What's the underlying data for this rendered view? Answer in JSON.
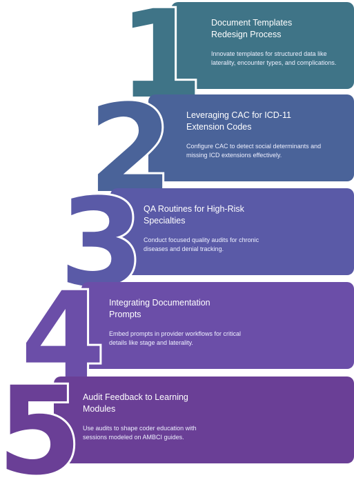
{
  "steps": [
    {
      "number": "1",
      "title": "Document Templates Redesign Process",
      "description": "Innovate templates for structured data like laterality, encounter types, and complications.",
      "color": "#3f7487"
    },
    {
      "number": "2",
      "title": "Leveraging CAC for ICD-11 Extension Codes",
      "description": "Configure CAC to detect social determinants and missing ICD extensions effectively.",
      "color": "#4a6399"
    },
    {
      "number": "3",
      "title": "QA Routines for High-Risk Specialties",
      "description": "Conduct focused quality audits for chronic diseases and denial tracking.",
      "color": "#5a5aa7"
    },
    {
      "number": "4",
      "title": "Integrating Documentation Prompts",
      "description": "Embed prompts in provider workflows for critical details like stage and laterality.",
      "color": "#6b4ea8"
    },
    {
      "number": "5",
      "title": "Audit Feedback to Learning Modules",
      "description": "Use audits to shape coder education with sessions modeled on AMBCI guides.",
      "color": "#6a3f96"
    }
  ]
}
